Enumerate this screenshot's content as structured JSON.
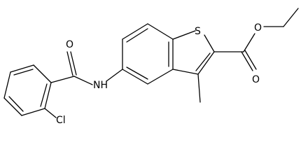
{
  "molecule": {
    "atoms": {
      "oxygen_carbonyl_amide": "O",
      "nitrogen_amide": "NH",
      "chlorine": "Cl",
      "sulfur": "S",
      "oxygen_ester_single": "O",
      "oxygen_ester_carbonyl": "O"
    }
  }
}
